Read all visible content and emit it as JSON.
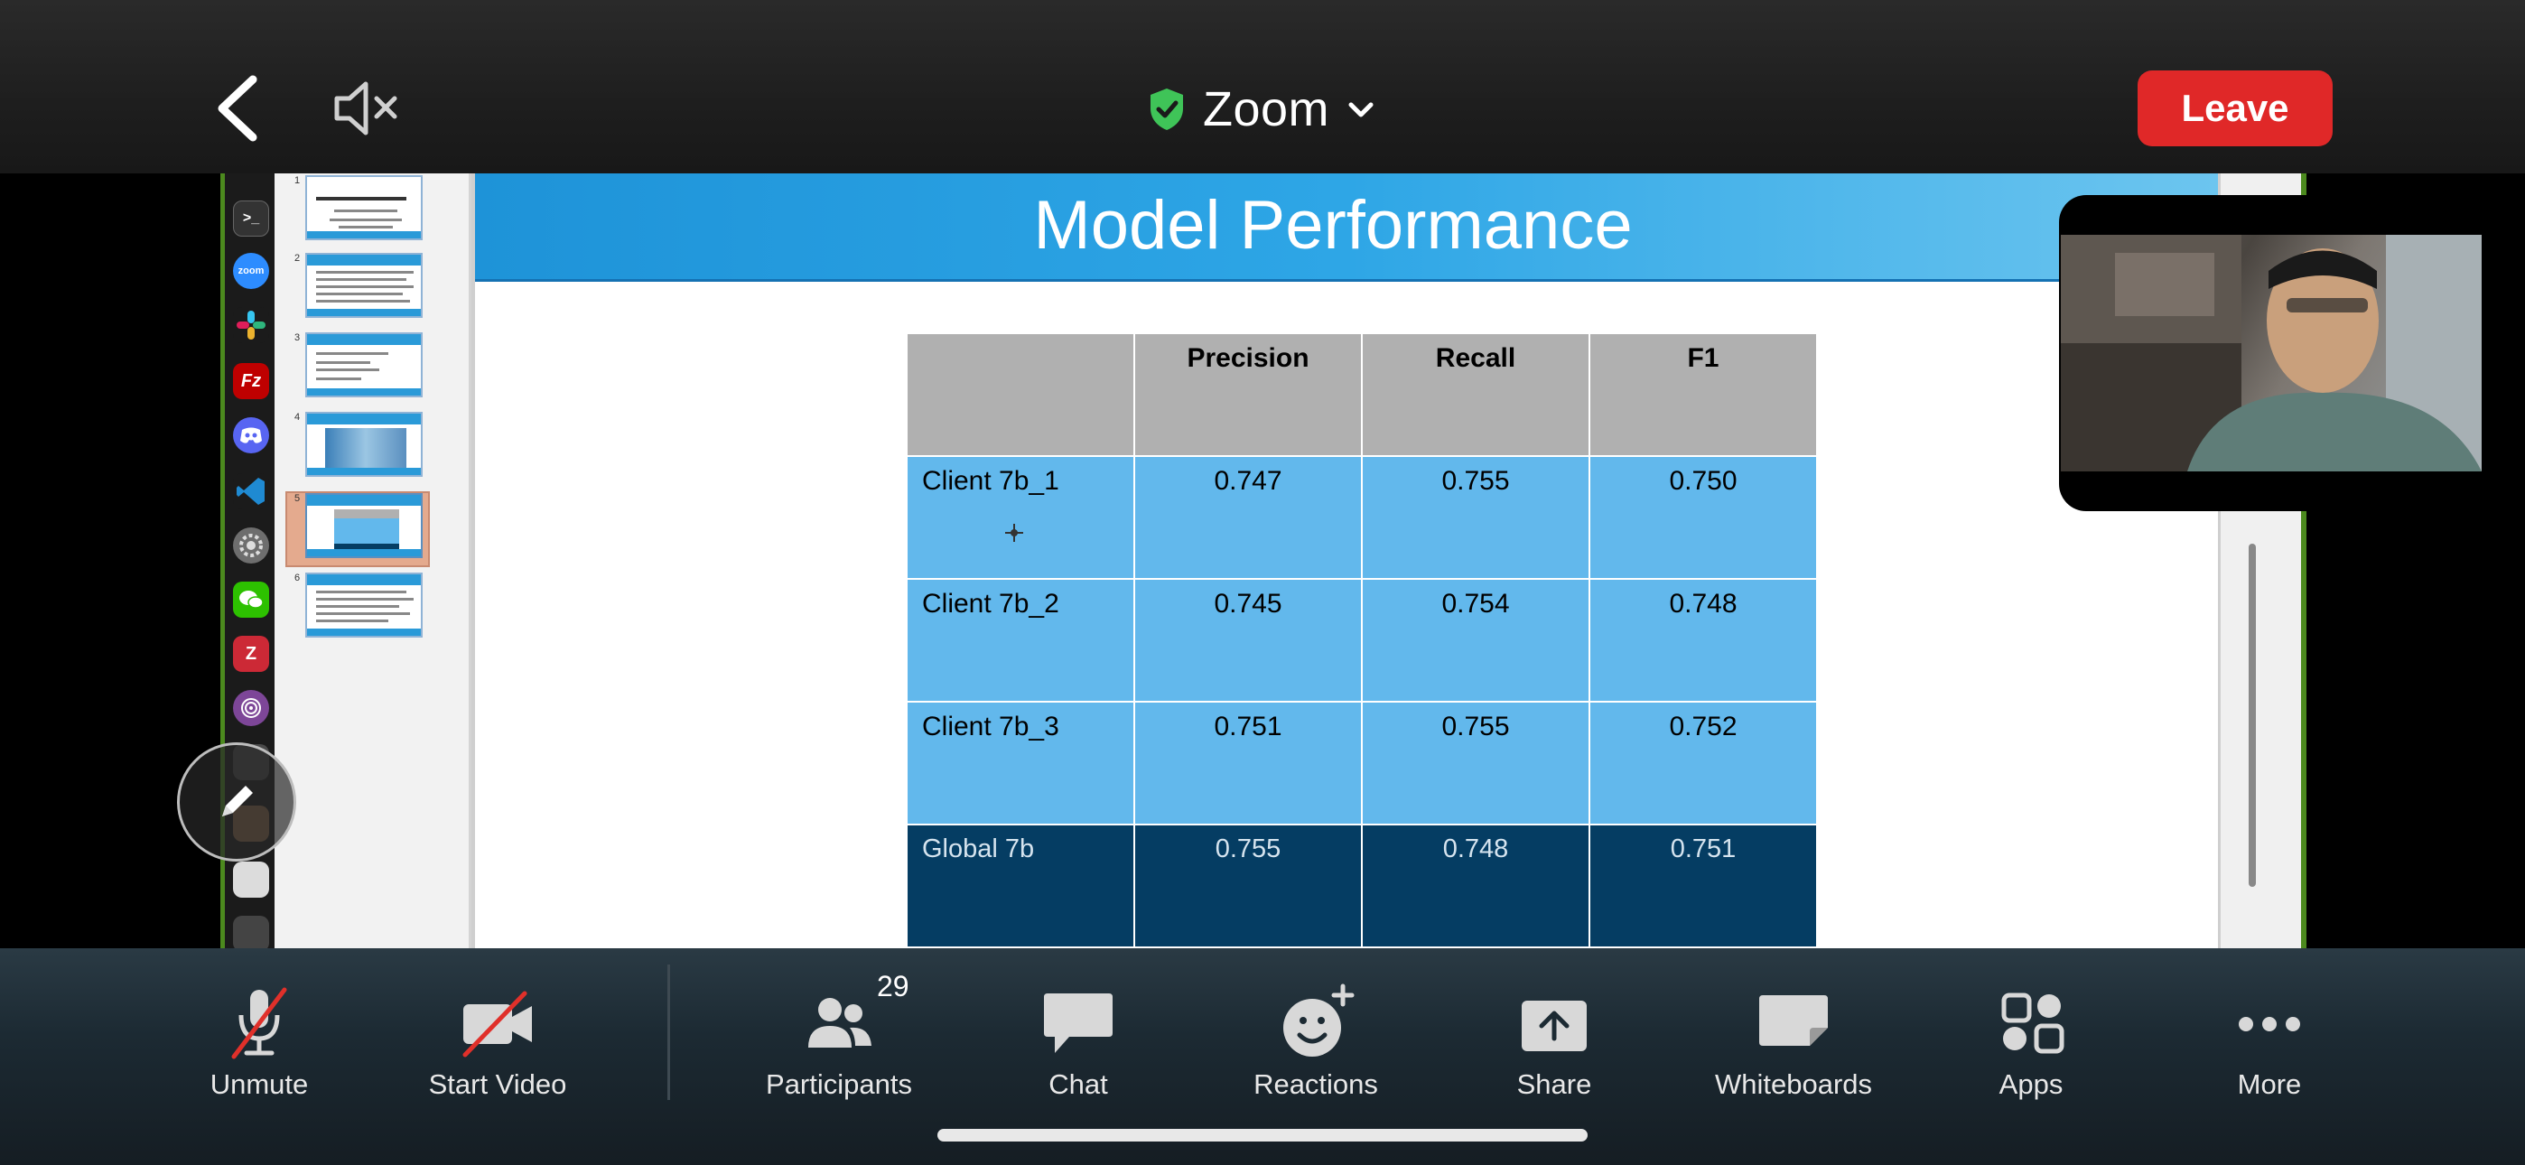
{
  "topbar": {
    "title": "Zoom",
    "leave_label": "Leave"
  },
  "slide": {
    "title": "Model Performance",
    "thumbnail_numbers": [
      "1",
      "2",
      "3",
      "4",
      "5",
      "6"
    ],
    "table": {
      "headers": [
        "",
        "Precision",
        "Recall",
        "F1"
      ],
      "rows": [
        {
          "label": "Client 7b_1",
          "precision": "0.747",
          "recall": "0.755",
          "f1": "0.750"
        },
        {
          "label": "Client 7b_2",
          "precision": "0.745",
          "recall": "0.754",
          "f1": "0.748"
        },
        {
          "label": "Client 7b_3",
          "precision": "0.751",
          "recall": "0.755",
          "f1": "0.752"
        },
        {
          "label": "Global 7b",
          "precision": "0.755",
          "recall": "0.748",
          "f1": "0.751"
        }
      ]
    }
  },
  "toolbar": {
    "unmute_label": "Unmute",
    "start_video_label": "Start Video",
    "participants_label": "Participants",
    "participants_count": "29",
    "chat_label": "Chat",
    "reactions_label": "Reactions",
    "share_label": "Share",
    "whiteboards_label": "Whiteboards",
    "apps_label": "Apps",
    "more_label": "More"
  },
  "colors": {
    "leave_red": "#e02828",
    "shield_green": "#3fc458",
    "header_blue": "#2ea6e6",
    "client_row_blue": "#62b8ec",
    "global_row_navy": "#053d63",
    "header_row_gray": "#b0b0b0"
  },
  "icons": [
    "back-chevron-icon",
    "speaker-muted-icon",
    "shield-check-icon",
    "chevron-down-icon",
    "pencil-icon",
    "mic-muted-icon",
    "video-off-icon",
    "participants-icon",
    "chat-icon",
    "reactions-icon",
    "share-icon",
    "whiteboard-icon",
    "apps-icon",
    "more-icon"
  ]
}
